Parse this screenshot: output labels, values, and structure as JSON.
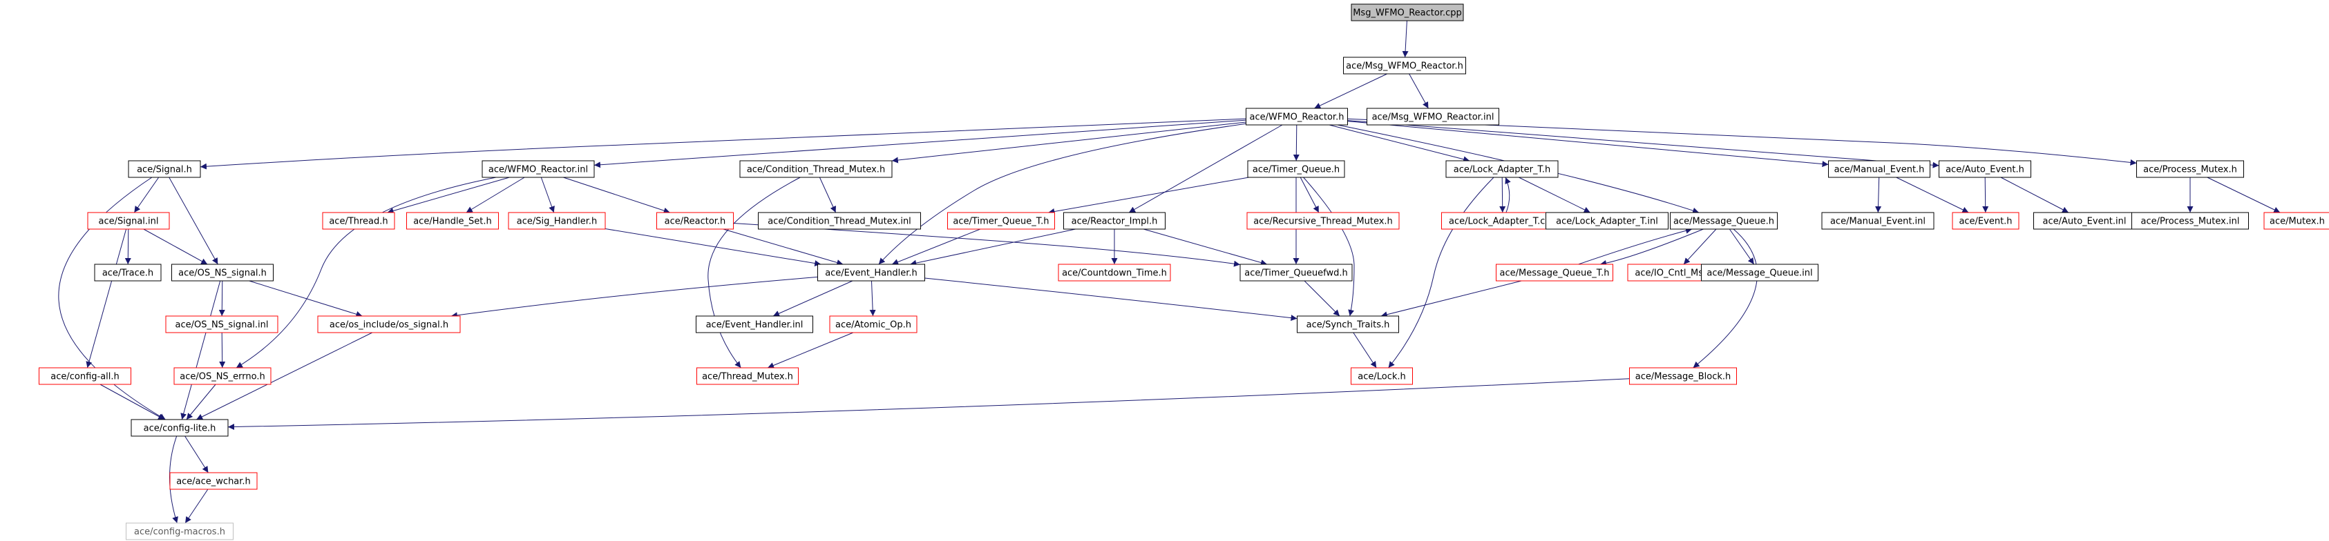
{
  "colors": {
    "edge": "#191970",
    "normal_border": "#000000",
    "missing_border": "#ff0000",
    "ghost_border": "#bfbfbf",
    "root_fill": "#bfbfbf",
    "text": "#000000",
    "ghost_text": "#5a5a5a"
  },
  "nodes": [
    {
      "id": "root",
      "label": "Msg_WFMO_Reactor.cpp",
      "style": "root"
    },
    {
      "id": "msgwfmoh",
      "label": "ace/Msg_WFMO_Reactor.h",
      "style": "normal"
    },
    {
      "id": "wfmoh",
      "label": "ace/WFMO_Reactor.h",
      "style": "normal"
    },
    {
      "id": "msgwfmoinl",
      "label": "ace/Msg_WFMO_Reactor.inl",
      "style": "normal"
    },
    {
      "id": "signalh",
      "label": "ace/Signal.h",
      "style": "normal"
    },
    {
      "id": "wfmoinl",
      "label": "ace/WFMO_Reactor.inl",
      "style": "normal"
    },
    {
      "id": "condmutexh",
      "label": "ace/Condition_Thread_Mutex.h",
      "style": "normal"
    },
    {
      "id": "timerqueueh",
      "label": "ace/Timer_Queue.h",
      "style": "normal"
    },
    {
      "id": "lockadapterh",
      "label": "ace/Lock_Adapter_T.h",
      "style": "normal"
    },
    {
      "id": "manualeventh",
      "label": "ace/Manual_Event.h",
      "style": "normal"
    },
    {
      "id": "autoeventh",
      "label": "ace/Auto_Event.h",
      "style": "normal"
    },
    {
      "id": "processmutexh",
      "label": "ace/Process_Mutex.h",
      "style": "normal"
    },
    {
      "id": "signalinl",
      "label": "ace/Signal.inl",
      "style": "missing"
    },
    {
      "id": "threadh",
      "label": "ace/Thread.h",
      "style": "missing"
    },
    {
      "id": "handleseth",
      "label": "ace/Handle_Set.h",
      "style": "missing"
    },
    {
      "id": "sighandlerh",
      "label": "ace/Sig_Handler.h",
      "style": "missing"
    },
    {
      "id": "reactorh",
      "label": "ace/Reactor.h",
      "style": "missing"
    },
    {
      "id": "condmutexinl",
      "label": "ace/Condition_Thread_Mutex.inl",
      "style": "normal"
    },
    {
      "id": "timerqueuet",
      "label": "ace/Timer_Queue_T.h",
      "style": "missing"
    },
    {
      "id": "reactorimplh",
      "label": "ace/Reactor_Impl.h",
      "style": "normal"
    },
    {
      "id": "recthreadmutexh",
      "label": "ace/Recursive_Thread_Mutex.h",
      "style": "missing"
    },
    {
      "id": "lockadaptercpp",
      "label": "ace/Lock_Adapter_T.cpp",
      "style": "missing"
    },
    {
      "id": "lockadapterinl",
      "label": "ace/Lock_Adapter_T.inl",
      "style": "normal"
    },
    {
      "id": "messagequeueh",
      "label": "ace/Message_Queue.h",
      "style": "normal"
    },
    {
      "id": "manualeventinl",
      "label": "ace/Manual_Event.inl",
      "style": "normal"
    },
    {
      "id": "eventh",
      "label": "ace/Event.h",
      "style": "missing"
    },
    {
      "id": "autoeventinl",
      "label": "ace/Auto_Event.inl",
      "style": "normal"
    },
    {
      "id": "processmutexinl",
      "label": "ace/Process_Mutex.inl",
      "style": "normal"
    },
    {
      "id": "mutexh",
      "label": "ace/Mutex.h",
      "style": "missing"
    },
    {
      "id": "traceh",
      "label": "ace/Trace.h",
      "style": "normal"
    },
    {
      "id": "osnssignalh",
      "label": "ace/OS_NS_signal.h",
      "style": "normal"
    },
    {
      "id": "eventhandlerh",
      "label": "ace/Event_Handler.h",
      "style": "normal"
    },
    {
      "id": "countdowntimeh",
      "label": "ace/Countdown_Time.h",
      "style": "missing"
    },
    {
      "id": "timerqueuefwdh",
      "label": "ace/Timer_Queuefwd.h",
      "style": "normal"
    },
    {
      "id": "messagequeuet",
      "label": "ace/Message_Queue_T.h",
      "style": "missing"
    },
    {
      "id": "iocntlmsgh",
      "label": "ace/IO_Cntl_Msg.h",
      "style": "missing"
    },
    {
      "id": "messagequeueinl",
      "label": "ace/Message_Queue.inl",
      "style": "normal"
    },
    {
      "id": "osnssignalinl",
      "label": "ace/OS_NS_signal.inl",
      "style": "missing"
    },
    {
      "id": "osincludesignalh",
      "label": "ace/os_include/os_signal.h",
      "style": "missing"
    },
    {
      "id": "eventhandlerinl",
      "label": "ace/Event_Handler.inl",
      "style": "normal"
    },
    {
      "id": "atomicoph",
      "label": "ace/Atomic_Op.h",
      "style": "missing"
    },
    {
      "id": "synchtraitsh",
      "label": "ace/Synch_Traits.h",
      "style": "normal"
    },
    {
      "id": "configallh",
      "label": "ace/config-all.h",
      "style": "missing"
    },
    {
      "id": "osnserrnoh",
      "label": "ace/OS_NS_errno.h",
      "style": "missing"
    },
    {
      "id": "threadmutexh",
      "label": "ace/Thread_Mutex.h",
      "style": "missing"
    },
    {
      "id": "lockh",
      "label": "ace/Lock.h",
      "style": "missing"
    },
    {
      "id": "messageblockh",
      "label": "ace/Message_Block.h",
      "style": "missing"
    },
    {
      "id": "configliteh",
      "label": "ace/config-lite.h",
      "style": "normal"
    },
    {
      "id": "acewcharh",
      "label": "ace/ace_wchar.h",
      "style": "missing"
    },
    {
      "id": "configmacrosh",
      "label": "ace/config-macros.h",
      "style": "ghost"
    }
  ],
  "edges": [
    [
      "root",
      "msgwfmoh"
    ],
    [
      "msgwfmoh",
      "wfmoh"
    ],
    [
      "msgwfmoh",
      "msgwfmoinl"
    ],
    [
      "wfmoh",
      "signalh"
    ],
    [
      "wfmoh",
      "wfmoinl"
    ],
    [
      "wfmoh",
      "condmutexh"
    ],
    [
      "wfmoh",
      "timerqueueh"
    ],
    [
      "wfmoh",
      "reactorimplh"
    ],
    [
      "wfmoh",
      "eventhandlerh"
    ],
    [
      "wfmoh",
      "lockadapterh"
    ],
    [
      "wfmoh",
      "messagequeueh"
    ],
    [
      "wfmoh",
      "manualeventh"
    ],
    [
      "wfmoh",
      "autoeventh"
    ],
    [
      "wfmoh",
      "processmutexh"
    ],
    [
      "signalh",
      "signalinl"
    ],
    [
      "signalh",
      "osnssignalh"
    ],
    [
      "signalh",
      "configliteh"
    ],
    [
      "signalinl",
      "traceh"
    ],
    [
      "signalinl",
      "osnssignalh"
    ],
    [
      "signalinl",
      "configallh"
    ],
    [
      "wfmoinl",
      "threadh"
    ],
    [
      "wfmoinl",
      "handleseth"
    ],
    [
      "wfmoinl",
      "sighandlerh"
    ],
    [
      "wfmoinl",
      "reactorh"
    ],
    [
      "wfmoinl",
      "osnserrnoh"
    ],
    [
      "sighandlerh",
      "eventhandlerh"
    ],
    [
      "reactorh",
      "eventhandlerh"
    ],
    [
      "reactorh",
      "timerqueuefwdh"
    ],
    [
      "condmutexh",
      "condmutexinl"
    ],
    [
      "condmutexh",
      "threadmutexh"
    ],
    [
      "timerqueueh",
      "timerqueuet"
    ],
    [
      "timerqueueh",
      "recthreadmutexh"
    ],
    [
      "timerqueueh",
      "timerqueuefwdh"
    ],
    [
      "timerqueueh",
      "synchtraitsh"
    ],
    [
      "timerqueuet",
      "eventhandlerh"
    ],
    [
      "reactorimplh",
      "eventhandlerh"
    ],
    [
      "reactorimplh",
      "countdowntimeh"
    ],
    [
      "reactorimplh",
      "timerqueuefwdh"
    ],
    [
      "lockadapterh",
      "lockadaptercpp"
    ],
    [
      "lockadaptercpp",
      "lockadapterh"
    ],
    [
      "lockadapterh",
      "lockadapterinl"
    ],
    [
      "lockadapterh",
      "lockh"
    ],
    [
      "messagequeueh",
      "messagequeuet"
    ],
    [
      "messagequeuet",
      "messagequeueh"
    ],
    [
      "messagequeueh",
      "iocntlmsgh"
    ],
    [
      "messagequeueh",
      "messagequeueinl"
    ],
    [
      "messagequeueh",
      "messageblockh"
    ],
    [
      "messagequeuet",
      "synchtraitsh"
    ],
    [
      "manualeventh",
      "manualeventinl"
    ],
    [
      "manualeventh",
      "eventh"
    ],
    [
      "autoeventh",
      "eventh"
    ],
    [
      "autoeventh",
      "autoeventinl"
    ],
    [
      "processmutexh",
      "processmutexinl"
    ],
    [
      "processmutexh",
      "mutexh"
    ],
    [
      "osnssignalh",
      "osnssignalinl"
    ],
    [
      "osnssignalh",
      "osincludesignalh"
    ],
    [
      "osnssignalh",
      "configliteh"
    ],
    [
      "osnssignalinl",
      "osnserrnoh"
    ],
    [
      "osnserrnoh",
      "configliteh"
    ],
    [
      "eventhandlerh",
      "osincludesignalh"
    ],
    [
      "eventhandlerh",
      "eventhandlerinl"
    ],
    [
      "eventhandlerh",
      "atomicoph"
    ],
    [
      "eventhandlerh",
      "synchtraitsh"
    ],
    [
      "atomicoph",
      "threadmutexh"
    ],
    [
      "timerqueuefwdh",
      "synchtraitsh"
    ],
    [
      "synchtraitsh",
      "lockh"
    ],
    [
      "osincludesignalh",
      "configliteh"
    ],
    [
      "configallh",
      "configliteh"
    ],
    [
      "messageblockh",
      "configliteh"
    ],
    [
      "configliteh",
      "acewcharh"
    ],
    [
      "configliteh",
      "configmacrosh"
    ],
    [
      "acewcharh",
      "configmacrosh"
    ]
  ]
}
